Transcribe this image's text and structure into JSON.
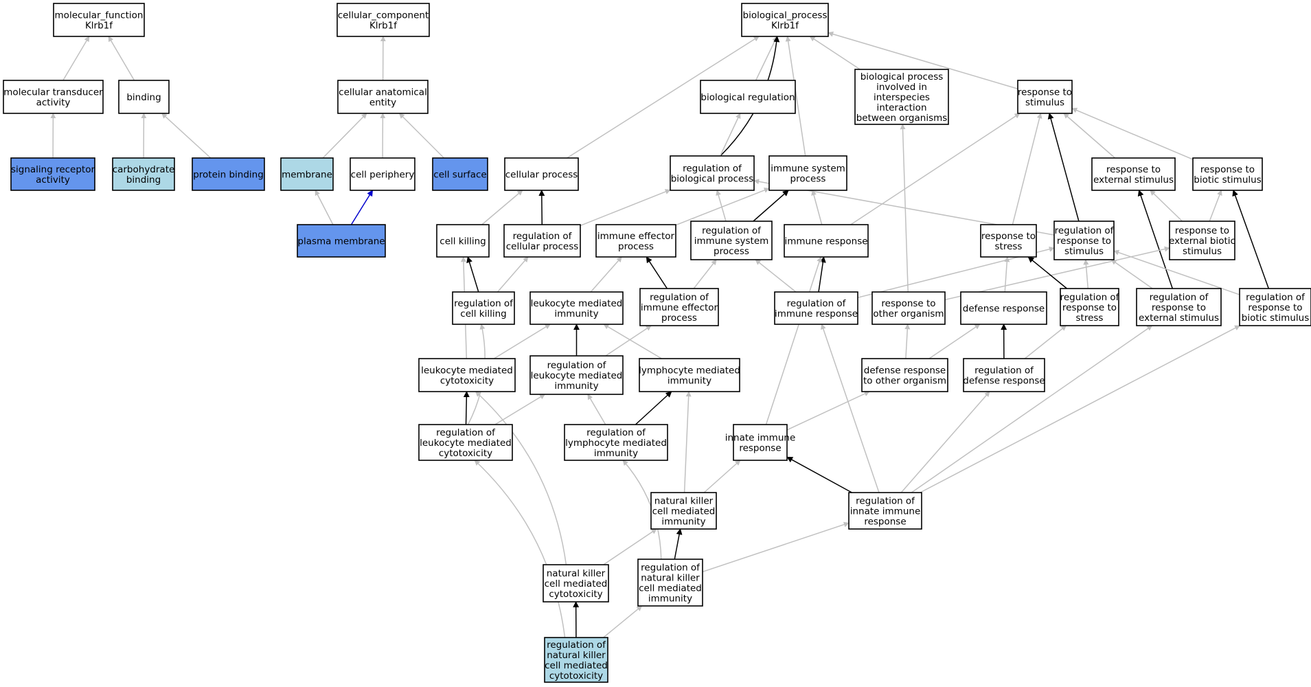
{
  "colors": {
    "node_default": "#ffffff",
    "node_light": "#add8e6",
    "node_dark": "#6495ed",
    "edge_gray": "#c0c0c0",
    "edge_black": "#000000",
    "edge_blue": "#0000cd"
  },
  "nodes": [
    {
      "id": "mf",
      "lines": [
        "molecular_function",
        "Klrb1f"
      ],
      "fill": "default"
    },
    {
      "id": "cc",
      "lines": [
        "cellular_component",
        "Klrb1f"
      ],
      "fill": "default"
    },
    {
      "id": "bp",
      "lines": [
        "biological_process",
        "Klrb1f"
      ],
      "fill": "default"
    },
    {
      "id": "mta",
      "lines": [
        "molecular transducer",
        "activity"
      ],
      "fill": "default"
    },
    {
      "id": "binding",
      "lines": [
        "binding"
      ],
      "fill": "default"
    },
    {
      "id": "cae",
      "lines": [
        "cellular anatomical",
        "entity"
      ],
      "fill": "default"
    },
    {
      "id": "bioreg",
      "lines": [
        "biological regulation"
      ],
      "fill": "default"
    },
    {
      "id": "bpinter",
      "lines": [
        "biological process",
        "involved in",
        "interspecies",
        "interaction",
        "between organisms"
      ],
      "fill": "default"
    },
    {
      "id": "rstim",
      "lines": [
        "response to",
        "stimulus"
      ],
      "fill": "default"
    },
    {
      "id": "sra",
      "lines": [
        "signaling receptor",
        "activity"
      ],
      "fill": "dark"
    },
    {
      "id": "carb",
      "lines": [
        "carbohydrate",
        "binding"
      ],
      "fill": "light"
    },
    {
      "id": "protb",
      "lines": [
        "protein binding"
      ],
      "fill": "dark"
    },
    {
      "id": "membrane",
      "lines": [
        "membrane"
      ],
      "fill": "light"
    },
    {
      "id": "cellper",
      "lines": [
        "cell periphery"
      ],
      "fill": "default"
    },
    {
      "id": "cellsurf",
      "lines": [
        "cell surface"
      ],
      "fill": "dark"
    },
    {
      "id": "cellproc",
      "lines": [
        "cellular process"
      ],
      "fill": "default"
    },
    {
      "id": "regbp",
      "lines": [
        "regulation of",
        "biological process"
      ],
      "fill": "default"
    },
    {
      "id": "imsys",
      "lines": [
        "immune system",
        "process"
      ],
      "fill": "default"
    },
    {
      "id": "rext",
      "lines": [
        "response to",
        "external stimulus"
      ],
      "fill": "default"
    },
    {
      "id": "rbio",
      "lines": [
        "response to",
        "biotic stimulus"
      ],
      "fill": "default"
    },
    {
      "id": "plasma",
      "lines": [
        "plasma membrane"
      ],
      "fill": "dark"
    },
    {
      "id": "cellkill",
      "lines": [
        "cell killing"
      ],
      "fill": "default"
    },
    {
      "id": "regcp",
      "lines": [
        "regulation of",
        "cellular process"
      ],
      "fill": "default"
    },
    {
      "id": "imeff",
      "lines": [
        "immune effector",
        "process"
      ],
      "fill": "default"
    },
    {
      "id": "regims",
      "lines": [
        "regulation of",
        "immune system",
        "process"
      ],
      "fill": "default"
    },
    {
      "id": "imresp",
      "lines": [
        "immune response"
      ],
      "fill": "default"
    },
    {
      "id": "rstress",
      "lines": [
        "response to",
        "stress"
      ],
      "fill": "default"
    },
    {
      "id": "regrstim",
      "lines": [
        "regulation of",
        "response to",
        "stimulus"
      ],
      "fill": "default"
    },
    {
      "id": "rextbio",
      "lines": [
        "response to",
        "external biotic",
        "stimulus"
      ],
      "fill": "default"
    },
    {
      "id": "regck",
      "lines": [
        "regulation of",
        "cell killing"
      ],
      "fill": "default"
    },
    {
      "id": "leukimm",
      "lines": [
        "leukocyte mediated",
        "immunity"
      ],
      "fill": "default"
    },
    {
      "id": "regimeff",
      "lines": [
        "regulation of",
        "immune effector",
        "process"
      ],
      "fill": "default"
    },
    {
      "id": "regimresp",
      "lines": [
        "regulation of",
        "immune response"
      ],
      "fill": "default"
    },
    {
      "id": "rother",
      "lines": [
        "response to",
        "other organism"
      ],
      "fill": "default"
    },
    {
      "id": "defresp",
      "lines": [
        "defense response"
      ],
      "fill": "default"
    },
    {
      "id": "regrstress",
      "lines": [
        "regulation of",
        "response to",
        "stress"
      ],
      "fill": "default"
    },
    {
      "id": "regrext",
      "lines": [
        "regulation of",
        "response to",
        "external stimulus"
      ],
      "fill": "default"
    },
    {
      "id": "regrbio",
      "lines": [
        "regulation of",
        "response to",
        "biotic stimulus"
      ],
      "fill": "default"
    },
    {
      "id": "leukcyto",
      "lines": [
        "leukocyte mediated",
        "cytotoxicity"
      ],
      "fill": "default"
    },
    {
      "id": "regleukimm",
      "lines": [
        "regulation of",
        "leukocyte mediated",
        "immunity"
      ],
      "fill": "default"
    },
    {
      "id": "lymphimm",
      "lines": [
        "lymphocyte mediated",
        "immunity"
      ],
      "fill": "default"
    },
    {
      "id": "defother",
      "lines": [
        "defense response",
        "to other organism"
      ],
      "fill": "default"
    },
    {
      "id": "regdef",
      "lines": [
        "regulation of",
        "defense response"
      ],
      "fill": "default"
    },
    {
      "id": "regleukcyto",
      "lines": [
        "regulation of",
        "leukocyte mediated",
        "cytotoxicity"
      ],
      "fill": "default"
    },
    {
      "id": "reglymph",
      "lines": [
        "regulation of",
        "lymphocyte mediated",
        "immunity"
      ],
      "fill": "default"
    },
    {
      "id": "innate",
      "lines": [
        "innate immune",
        "response"
      ],
      "fill": "default"
    },
    {
      "id": "nkimm",
      "lines": [
        "natural killer",
        "cell mediated",
        "immunity"
      ],
      "fill": "default"
    },
    {
      "id": "reginnate",
      "lines": [
        "regulation of",
        "innate immune",
        "response"
      ],
      "fill": "default"
    },
    {
      "id": "nkcyto",
      "lines": [
        "natural killer",
        "cell mediated",
        "cytotoxicity"
      ],
      "fill": "default"
    },
    {
      "id": "regnkimm",
      "lines": [
        "regulation of",
        "natural killer",
        "cell mediated",
        "immunity"
      ],
      "fill": "default"
    },
    {
      "id": "regnkcyto",
      "lines": [
        "regulation of",
        "natural killer",
        "cell mediated",
        "cytotoxicity"
      ],
      "fill": "light"
    }
  ],
  "edges": [
    {
      "from": "mta",
      "to": "mf",
      "color": "gray"
    },
    {
      "from": "binding",
      "to": "mf",
      "color": "gray"
    },
    {
      "from": "sra",
      "to": "mta",
      "color": "gray"
    },
    {
      "from": "carb",
      "to": "binding",
      "color": "gray"
    },
    {
      "from": "protb",
      "to": "binding",
      "color": "gray"
    },
    {
      "from": "cae",
      "to": "cc",
      "color": "gray"
    },
    {
      "from": "membrane",
      "to": "cae",
      "color": "gray"
    },
    {
      "from": "cellper",
      "to": "cae",
      "color": "gray"
    },
    {
      "from": "cellsurf",
      "to": "cae",
      "color": "gray"
    },
    {
      "from": "plasma",
      "to": "membrane",
      "color": "gray"
    },
    {
      "from": "plasma",
      "to": "cellper",
      "color": "blue"
    },
    {
      "from": "bioreg",
      "to": "bp",
      "color": "gray"
    },
    {
      "from": "bpinter",
      "to": "bp",
      "color": "gray"
    },
    {
      "from": "rstim",
      "to": "bp",
      "color": "gray"
    },
    {
      "from": "cellproc",
      "to": "bp",
      "color": "gray"
    },
    {
      "from": "regbp",
      "to": "bp",
      "color": "black",
      "curve": true
    },
    {
      "from": "imsys",
      "to": "bp",
      "color": "gray"
    },
    {
      "from": "regbp",
      "to": "bioreg",
      "color": "gray"
    },
    {
      "from": "rext",
      "to": "rstim",
      "color": "gray"
    },
    {
      "from": "rbio",
      "to": "rstim",
      "color": "gray"
    },
    {
      "from": "rstress",
      "to": "rstim",
      "color": "gray"
    },
    {
      "from": "regrstim",
      "to": "rstim",
      "color": "black"
    },
    {
      "from": "imresp",
      "to": "rstim",
      "color": "gray"
    },
    {
      "from": "cellkill",
      "to": "cellproc",
      "color": "gray"
    },
    {
      "from": "regcp",
      "to": "cellproc",
      "color": "black"
    },
    {
      "from": "regcp",
      "to": "regbp",
      "color": "gray"
    },
    {
      "from": "regims",
      "to": "regbp",
      "color": "gray"
    },
    {
      "from": "regrstim",
      "to": "regbp",
      "color": "gray"
    },
    {
      "from": "regims",
      "to": "imsys",
      "color": "black"
    },
    {
      "from": "imeff",
      "to": "imsys",
      "color": "gray"
    },
    {
      "from": "imresp",
      "to": "imsys",
      "color": "gray"
    },
    {
      "from": "rextbio",
      "to": "rext",
      "color": "gray"
    },
    {
      "from": "rextbio",
      "to": "rbio",
      "color": "gray"
    },
    {
      "from": "regrext",
      "to": "rext",
      "color": "black"
    },
    {
      "from": "regrbio",
      "to": "rbio",
      "color": "black"
    },
    {
      "from": "regck",
      "to": "cellkill",
      "color": "black"
    },
    {
      "from": "regck",
      "to": "regcp",
      "color": "gray"
    },
    {
      "from": "leukcyto",
      "to": "cellkill",
      "color": "gray"
    },
    {
      "from": "leukimm",
      "to": "imeff",
      "color": "gray"
    },
    {
      "from": "regimeff",
      "to": "imeff",
      "color": "black"
    },
    {
      "from": "regimeff",
      "to": "regims",
      "color": "gray"
    },
    {
      "from": "regimresp",
      "to": "regims",
      "color": "gray"
    },
    {
      "from": "regimresp",
      "to": "imresp",
      "color": "black"
    },
    {
      "from": "regimresp",
      "to": "regrstim",
      "color": "gray"
    },
    {
      "from": "innate",
      "to": "imresp",
      "color": "gray"
    },
    {
      "from": "rother",
      "to": "rextbio",
      "color": "gray"
    },
    {
      "from": "rother",
      "to": "bpinter",
      "color": "gray"
    },
    {
      "from": "defresp",
      "to": "rstress",
      "color": "gray"
    },
    {
      "from": "regrstress",
      "to": "rstress",
      "color": "black"
    },
    {
      "from": "regrstress",
      "to": "regrstim",
      "color": "gray"
    },
    {
      "from": "regrext",
      "to": "regrstim",
      "color": "gray"
    },
    {
      "from": "regrbio",
      "to": "regrstim",
      "color": "gray"
    },
    {
      "from": "leukcyto",
      "to": "leukimm",
      "color": "gray"
    },
    {
      "from": "regleukimm",
      "to": "leukimm",
      "color": "black"
    },
    {
      "from": "regleukimm",
      "to": "regimeff",
      "color": "gray"
    },
    {
      "from": "lymphimm",
      "to": "leukimm",
      "color": "gray"
    },
    {
      "from": "regleukcyto",
      "to": "leukcyto",
      "color": "black"
    },
    {
      "from": "regleukcyto",
      "to": "regck",
      "color": "gray",
      "curve": true
    },
    {
      "from": "regleukcyto",
      "to": "regleukimm",
      "color": "gray"
    },
    {
      "from": "reglymph",
      "to": "regleukimm",
      "color": "gray"
    },
    {
      "from": "reglymph",
      "to": "lymphimm",
      "color": "black"
    },
    {
      "from": "defother",
      "to": "rother",
      "color": "gray"
    },
    {
      "from": "defother",
      "to": "defresp",
      "color": "gray"
    },
    {
      "from": "regdef",
      "to": "defresp",
      "color": "black"
    },
    {
      "from": "regdef",
      "to": "regrstress",
      "color": "gray"
    },
    {
      "from": "innate",
      "to": "defother",
      "color": "gray"
    },
    {
      "from": "nkimm",
      "to": "innate",
      "color": "gray"
    },
    {
      "from": "nkimm",
      "to": "lymphimm",
      "color": "gray"
    },
    {
      "from": "reginnate",
      "to": "innate",
      "color": "black"
    },
    {
      "from": "reginnate",
      "to": "regimresp",
      "color": "gray"
    },
    {
      "from": "reginnate",
      "to": "regdef",
      "color": "gray"
    },
    {
      "from": "reginnate",
      "to": "regrext",
      "color": "gray"
    },
    {
      "from": "reginnate",
      "to": "regrbio",
      "color": "gray"
    },
    {
      "from": "nkcyto",
      "to": "nkimm",
      "color": "gray"
    },
    {
      "from": "nkcyto",
      "to": "leukcyto",
      "color": "gray",
      "curve": true
    },
    {
      "from": "regnkimm",
      "to": "nkimm",
      "color": "black"
    },
    {
      "from": "regnkimm",
      "to": "reglymph",
      "color": "gray",
      "curve": true
    },
    {
      "from": "regnkimm",
      "to": "reginnate",
      "color": "gray"
    },
    {
      "from": "regnkcyto",
      "to": "nkcyto",
      "color": "black"
    },
    {
      "from": "regnkcyto",
      "to": "regnkimm",
      "color": "gray"
    },
    {
      "from": "regnkcyto",
      "to": "regleukcyto",
      "color": "gray",
      "curve": true
    }
  ]
}
